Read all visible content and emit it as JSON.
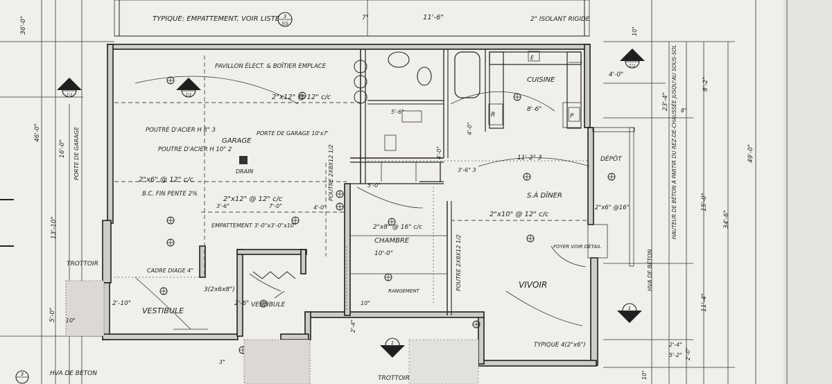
{
  "plan": {
    "typical_footing_note": "TYPIQUE: EMPATTEMENT, VOIR LISTE",
    "section_callouts": [
      "3",
      "5|5",
      "2",
      "1",
      "1",
      "1|1",
      "2",
      "1|1",
      "3"
    ],
    "roof_note": "PAVILLON ÉLECT. & BOÎTIER EMPLACE",
    "joists_garage": "2\"x12\" @ 12\" c/c",
    "joists_garage_2": "2\"x12\" @ 12\" c/c",
    "joists_garage_3": "2\"x6\" @ 12\" c/c",
    "beam_note_1": "POUTRE D'ACIER H 8\" 3",
    "beam_note_2": "POUTRE D'ACIER H 10\" 2",
    "garage_label": "GARAGE",
    "garage_door_note": "PORTE DE GARAGE 10'x7'",
    "drain_label": "DRAIN",
    "slab_note": "B.C. FIN PENTE 2%",
    "footing_note": "EMPATTEMENT 3'-0\"x3'-0\"x10\"",
    "stair_label": "3(2x6x8\")",
    "lintel_note": "CADRE DIAGE 4\"",
    "vestibule_1": "VESTIBULE",
    "vestibule_2": "VESTIBULE",
    "trottoir_1": "TROTTOIR",
    "trottoir_2": "TROTTOIR",
    "hva_note": "HVA DE BETON",
    "living_label": "VIVOIR",
    "dining_label": "S.À DÎNER",
    "kitchen_label": "CUISINE",
    "bedroom_label": "CHAMBRE",
    "bedroom_joists": "2\"x8\" @ 16\" c/c",
    "bedroom_dim": "10'-0\"",
    "closet_label": "RANGEMENT",
    "dining_joists": "2\"x10\" @ 12\" c/c",
    "dining_dim": "11'-2\" 3",
    "kitchen_dim": "8'-6\"",
    "pantry_label": "DÉPÔT",
    "pantry_joist": "2\"x6\" @16\"",
    "fireplace_note": "FOYER VOIR DÉTAIL",
    "beam_living": "POUTRE 2X8X12 1/2",
    "beam_corridor": "POUTRE 2X8X12 1/2",
    "typical_lintel": "TYPIQUE 4(2\"x6\")",
    "insulation_note": "2\" ISOLANT RIGIDE",
    "hva_wall_note": "HVA DE BÉTON",
    "vertical_right_note": "HAUTEUR DE BÉTON À PARTIR DU REZ-DE-CHAUSSÉE JUSQU'AU SOUS-SOL",
    "left_vertical_note": "PORTE DE GARAGE",
    "dims": {
      "top_11_6": "11'-6\"",
      "top_7": "7\"",
      "right_10": "10\"",
      "right_4_0": "4'-0\"",
      "right_8": "8\"",
      "right_23_4": "23'-4\"",
      "right_15_0": "15'-0\"",
      "right_34_6": "34'-6\"",
      "right_49_0": "49'-0\"",
      "right_8_2": "8'-2\"",
      "right_11_4": "11'-4\"",
      "right_2_4": "2'-4\"",
      "right_2_0": "2'-0\"",
      "right_5_2": "5'-2\"",
      "left_46_0": "46'-0\"",
      "left_16_0": "16'-0\"",
      "left_13_10": "13'-10\"",
      "left_5_0": "5'-0\"",
      "left_36_0": "36'-0\"",
      "left_10": "10\"",
      "mid_3_6": "3'-6\"",
      "mid_7_0": "7'-0\"",
      "mid_4_0": "4'-0\"",
      "mid_5_0": "5'-0\"",
      "mid_5_6": "5'-6\"",
      "mid_2_10": "2'-10\"",
      "mid_2_6": "2'-6\"",
      "mid_3_6b": "3'-6\" 3",
      "mid_4_0b": "4'-0\"",
      "mid_4_0c": "4'-0\"",
      "bottom_3": "3\"",
      "bottom_10": "10\"",
      "bottom_2_4": "2'-4\"",
      "bottom_10b": "10\""
    }
  }
}
